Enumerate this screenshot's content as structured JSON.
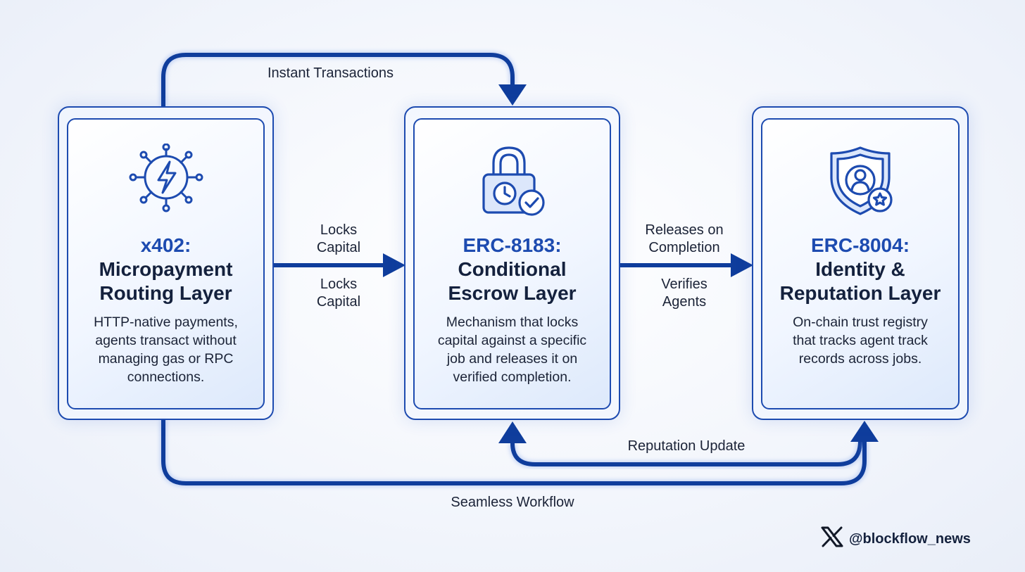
{
  "layers": [
    {
      "code": "x402:",
      "name": "Micropayment\nRouting Layer",
      "description": "HTTP-native payments,\nagents transact without\nmanaging gas or RPC\nconnections.",
      "icon": "network-lightning-icon"
    },
    {
      "code": "ERC-8183:",
      "name": "Conditional\nEscrow Layer",
      "description": "Mechanism that locks\ncapital against a specific\njob and releases it on\nverified completion.",
      "icon": "padlock-clock-check-icon"
    },
    {
      "code": "ERC-8004:",
      "name": "Identity &\nReputation Layer",
      "description": "On-chain trust registry\nthat tracks agent track\nrecords across jobs.",
      "icon": "shield-user-star-icon"
    }
  ],
  "connectors": {
    "instant_transactions": "Instant Transactions",
    "locks_capital_top": "Locks\nCapital",
    "locks_capital_bottom": "Locks\nCapital",
    "releases_on_completion": "Releases on\nCompletion",
    "verifies_agents": "Verifies\nAgents",
    "reputation_update": "Reputation Update",
    "seamless_workflow": "Seamless Workflow"
  },
  "colors": {
    "accent": "#1d4bb0",
    "text": "#14213d",
    "background": "#f3f6fc"
  },
  "footer": {
    "social_icon": "x-logo-icon",
    "handle": "@blockflow_news"
  }
}
